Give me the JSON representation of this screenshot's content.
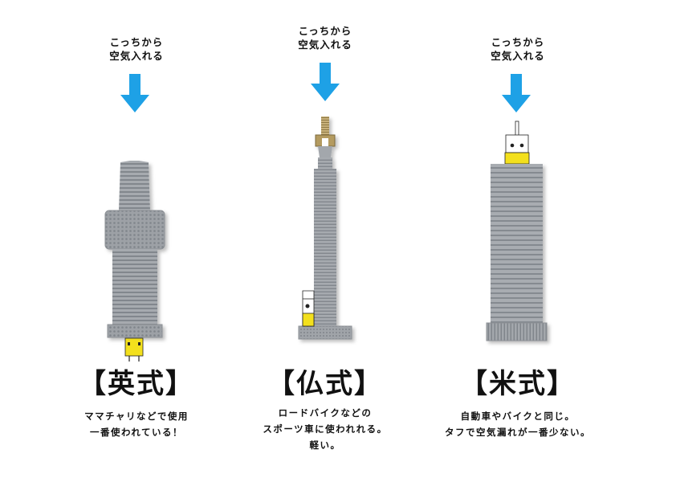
{
  "columns": [
    {
      "instruction": [
        "こっちから",
        "空気入れる"
      ],
      "title": "【英式】",
      "description": [
        "ママチャリなどで使用",
        "一番使われている！"
      ]
    },
    {
      "instruction": [
        "こっちから",
        "空気入れる"
      ],
      "title": "【仏式】",
      "description": [
        "ロードバイクなどの",
        "スポーツ車に使われれる。",
        "軽い。"
      ]
    },
    {
      "instruction": [
        "こっちから",
        "空気入れる"
      ],
      "title": "【米式】",
      "description": [
        "自動車やバイクと同じ。",
        "タフで空気漏れが一番少ない。"
      ]
    }
  ],
  "colors": {
    "arrow": "#1ea1e6",
    "valve": "#a3a7ac",
    "valve_stripe": "#858a90",
    "valve_light": "#c4c7cb",
    "mascot": "#f3e01d",
    "presta_tip": "#b49b60"
  }
}
